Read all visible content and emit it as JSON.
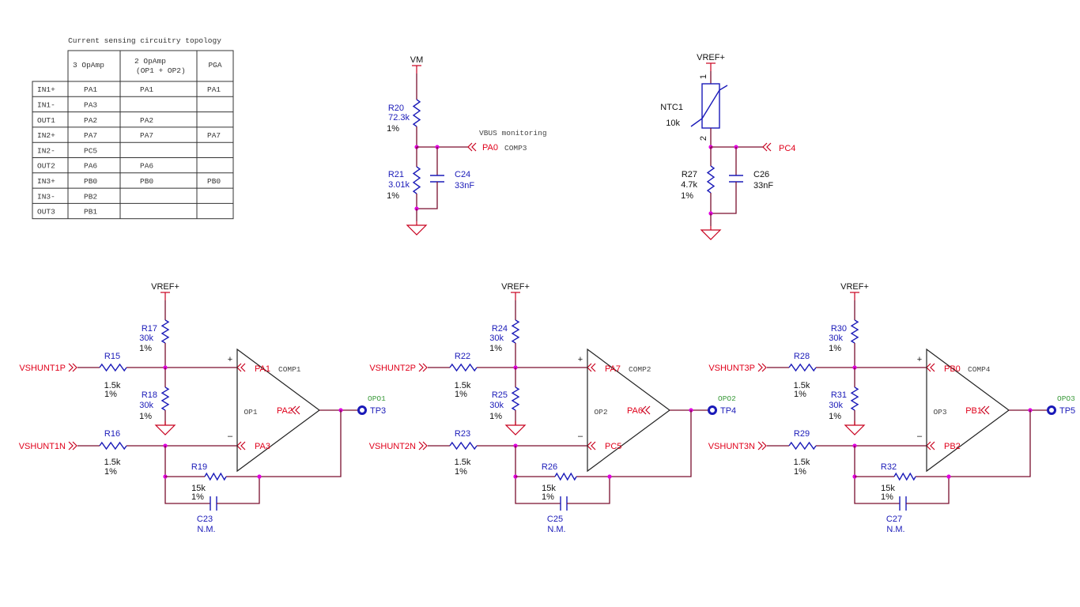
{
  "table": {
    "title": "Current sensing circuitry topology",
    "headers": [
      "3 OpAmp",
      "2 OpAmp",
      "(OP1 + OP2)",
      "PGA"
    ],
    "rows": [
      {
        "sig": "IN1+",
        "a": "PA1",
        "b": "PA1",
        "c": "PA1"
      },
      {
        "sig": "IN1-",
        "a": "PA3",
        "b": "",
        "c": ""
      },
      {
        "sig": "OUT1",
        "a": "PA2",
        "b": "PA2",
        "c": ""
      },
      {
        "sig": "IN2+",
        "a": "PA7",
        "b": "PA7",
        "c": "PA7"
      },
      {
        "sig": "IN2-",
        "a": "PC5",
        "b": "",
        "c": ""
      },
      {
        "sig": "OUT2",
        "a": "PA6",
        "b": "PA6",
        "c": ""
      },
      {
        "sig": "IN3+",
        "a": "PB0",
        "b": "PB0",
        "c": "PB0"
      },
      {
        "sig": "IN3-",
        "a": "PB2",
        "b": "",
        "c": ""
      },
      {
        "sig": "OUT3",
        "a": "PB1",
        "b": "",
        "c": ""
      }
    ]
  },
  "vbus": {
    "supply": "VM",
    "r_top": {
      "ref": "R20",
      "val": "72.3k",
      "tol": "1%"
    },
    "r_bot": {
      "ref": "R21",
      "val": "3.01k",
      "tol": "1%"
    },
    "cap": {
      "ref": "C24",
      "val": "33nF"
    },
    "note": "VBUS monitoring",
    "pin": "PA0",
    "comp": "COMP3"
  },
  "ntc": {
    "supply": "VREF+",
    "ntc": {
      "ref": "NTC1",
      "val": "10k",
      "pin1": "1",
      "pin2": "2"
    },
    "r": {
      "ref": "R27",
      "val": "4.7k",
      "tol": "1%"
    },
    "cap": {
      "ref": "C26",
      "val": "33nF"
    },
    "pin": "PC4"
  },
  "amps": [
    {
      "supply": "VREF+",
      "in_p": "VSHUNT1P",
      "in_n": "VSHUNT1N",
      "rp": {
        "ref": "R15",
        "val": "1.5k",
        "tol": "1%"
      },
      "rn": {
        "ref": "R16",
        "val": "1.5k",
        "tol": "1%"
      },
      "r_up": {
        "ref": "R17",
        "val": "30k",
        "tol": "1%"
      },
      "r_dn": {
        "ref": "R18",
        "val": "30k",
        "tol": "1%"
      },
      "rf": {
        "ref": "R19",
        "val": "15k",
        "tol": "1%"
      },
      "cf": {
        "ref": "C23",
        "val": "N.M."
      },
      "plus": "+",
      "minus": "–",
      "pin_p": "PA1",
      "pin_n": "PA3",
      "pin_o": "PA2",
      "comp": "COMP1",
      "op": "OP1",
      "opo": "OPO1",
      "tp": "TP3"
    },
    {
      "supply": "VREF+",
      "in_p": "VSHUNT2P",
      "in_n": "VSHUNT2N",
      "rp": {
        "ref": "R22",
        "val": "1.5k",
        "tol": "1%"
      },
      "rn": {
        "ref": "R23",
        "val": "1.5k",
        "tol": "1%"
      },
      "r_up": {
        "ref": "R24",
        "val": "30k",
        "tol": "1%"
      },
      "r_dn": {
        "ref": "R25",
        "val": "30k",
        "tol": "1%"
      },
      "rf": {
        "ref": "R26",
        "val": "15k",
        "tol": "1%"
      },
      "cf": {
        "ref": "C25",
        "val": "N.M."
      },
      "plus": "+",
      "minus": "–",
      "pin_p": "PA7",
      "pin_n": "PC5",
      "pin_o": "PA6",
      "comp": "COMP2",
      "op": "OP2",
      "opo": "OPO2",
      "tp": "TP4"
    },
    {
      "supply": "VREF+",
      "in_p": "VSHUNT3P",
      "in_n": "VSHUNT3N",
      "rp": {
        "ref": "R28",
        "val": "1.5k",
        "tol": "1%"
      },
      "rn": {
        "ref": "R29",
        "val": "1.5k",
        "tol": "1%"
      },
      "r_up": {
        "ref": "R30",
        "val": "30k",
        "tol": "1%"
      },
      "r_dn": {
        "ref": "R31",
        "val": "30k",
        "tol": "1%"
      },
      "rf": {
        "ref": "R32",
        "val": "15k",
        "tol": "1%"
      },
      "cf": {
        "ref": "C27",
        "val": "N.M."
      },
      "plus": "+",
      "minus": "–",
      "pin_p": "PB0",
      "pin_n": "PB2",
      "pin_o": "PB1",
      "comp": "COMP4",
      "op": "OP3",
      "opo": "OPO3",
      "tp": "TP5"
    }
  ]
}
